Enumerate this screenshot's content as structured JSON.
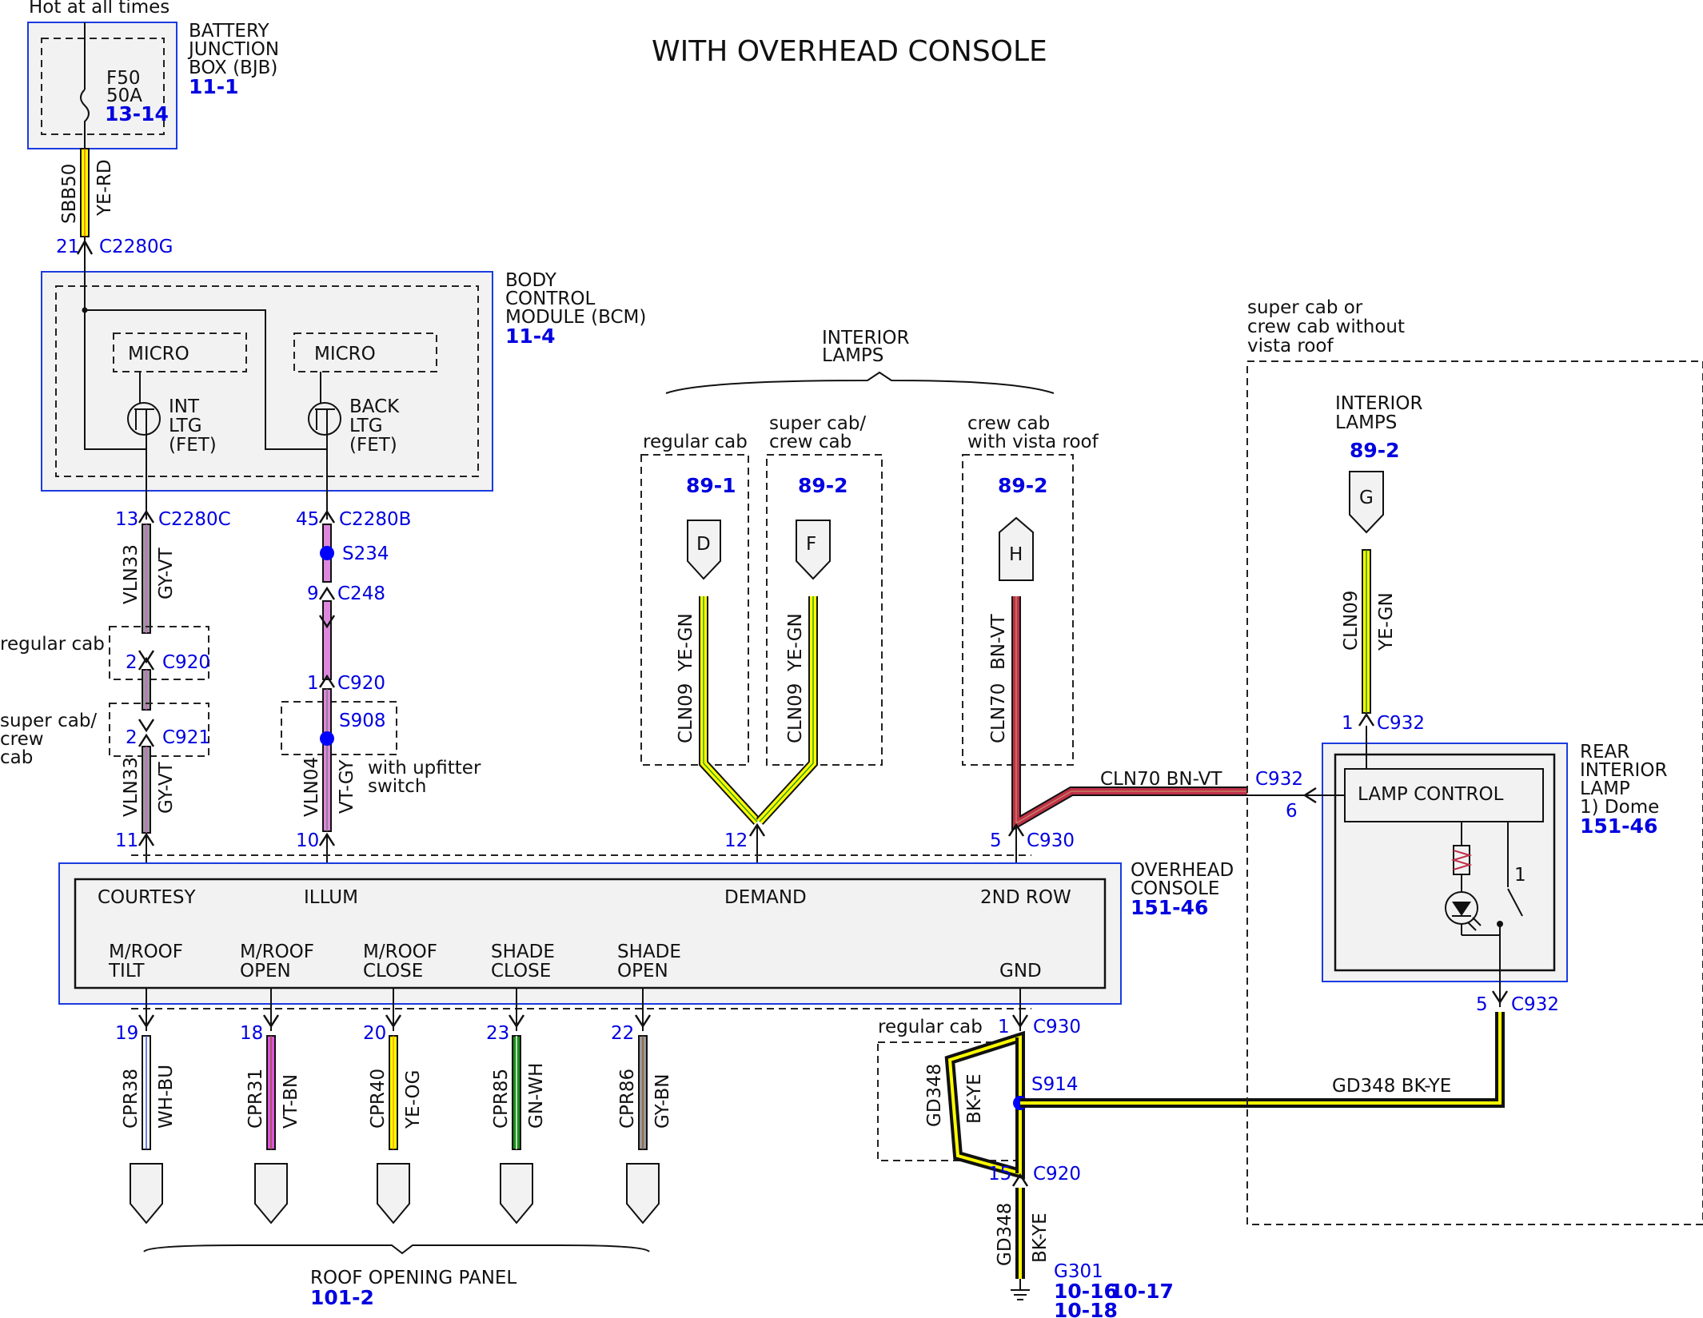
{
  "title": "WITH OVERHEAD CONSOLE",
  "power": {
    "hot_label": "Hot at all times",
    "bjb_lines": [
      "BATTERY",
      "JUNCTION",
      "BOX (BJB)"
    ],
    "bjb_ref": "11-1",
    "fuse_name": "F50",
    "fuse_rating": "50A",
    "fuse_ref": "13-14",
    "wire_circuit": "SBB50",
    "wire_color": "YE-RD",
    "pin": "21",
    "connector": "C2280G"
  },
  "bcm": {
    "label_lines": [
      "BODY",
      "CONTROL",
      "MODULE (BCM)"
    ],
    "ref": "11-4",
    "micro_left": "MICRO",
    "micro_right": "MICRO",
    "fet_left_lines": [
      "INT",
      "LTG",
      "(FET)"
    ],
    "fet_right_lines": [
      "BACK",
      "LTG",
      "(FET)"
    ]
  },
  "vln33": {
    "pin_top": "13",
    "conn_top": "C2280C",
    "circuit": "VLN33",
    "color": "GY-VT",
    "regular_cab": "regular cab",
    "pin_c920": "2",
    "conn_c920": "C920",
    "supercab_lines": [
      "super cab/",
      "crew",
      "cab"
    ],
    "pin_c921": "2",
    "conn_c921": "C921",
    "circuit2": "VLN33",
    "color2": "GY-VT",
    "pin_bottom": "11"
  },
  "vln04": {
    "pin_top": "45",
    "conn_top": "C2280B",
    "splice1": "S234",
    "pin_c248": "9",
    "conn_c248": "C248",
    "pin_c920": "1",
    "conn_c920": "C920",
    "splice2": "S908",
    "upfitter_lines": [
      "with upfitter",
      "switch"
    ],
    "circuit": "VLN04",
    "color": "VT-GY",
    "pin_bottom": "10"
  },
  "interior_lamps": {
    "header_lines": [
      "INTERIOR",
      "LAMPS"
    ],
    "regular_cab": "regular cab",
    "regular_ref": "89-1",
    "regular_pin": "D",
    "supercab_lines": [
      "super cab/",
      "crew cab"
    ],
    "supercab_ref": "89-2",
    "supercab_pin": "F",
    "crewcab_lines": [
      "crew cab",
      "with vista roof"
    ],
    "crewcab_ref": "89-2",
    "crewcab_pin": "H",
    "cln09_circuit": "CLN09",
    "cln09_color": "YE-GN",
    "cln70_circuit": "CLN70",
    "cln70_color": "BN-VT",
    "demand_pin": "12",
    "c930_pin": "5",
    "c930_conn": "C930"
  },
  "overhead": {
    "label_lines": [
      "OVERHEAD",
      "CONSOLE"
    ],
    "ref": "151-46",
    "courtesy": "COURTESY",
    "illum": "ILLUM",
    "demand": "DEMAND",
    "second_row": "2ND ROW",
    "outputs": [
      {
        "lines": [
          "M/ROOF",
          "TILT"
        ],
        "pin": "19",
        "circuit": "CPR38",
        "color": "WH-BU",
        "hex1": "#ffffff",
        "hex2": "#2a4bd7"
      },
      {
        "lines": [
          "M/ROOF",
          "OPEN"
        ],
        "pin": "18",
        "circuit": "CPR31",
        "color": "VT-BN",
        "hex1": "#dd55dd",
        "hex2": "#8b5a2b"
      },
      {
        "lines": [
          "M/ROOF",
          "CLOSE"
        ],
        "pin": "20",
        "circuit": "CPR40",
        "color": "YE-OG",
        "hex1": "#ffff00",
        "hex2": "#ff9900"
      },
      {
        "lines": [
          "SHADE",
          "CLOSE"
        ],
        "pin": "23",
        "circuit": "CPR85",
        "color": "GN-WH",
        "hex1": "#1a8f1a",
        "hex2": "#ffffff"
      },
      {
        "lines": [
          "SHADE",
          "OPEN"
        ],
        "pin": "22",
        "circuit": "CPR86",
        "color": "GY-BN",
        "hex1": "#9a9a9a",
        "hex2": "#8b5a2b"
      }
    ],
    "gnd": "GND",
    "roof_panel": "ROOF OPENING PANEL",
    "roof_panel_ref": "101-2"
  },
  "ground": {
    "pin_c930": "1",
    "conn_c930": "C930",
    "regular_cab": "regular cab",
    "circuit": "GD348",
    "color": "BK-YE",
    "splice": "S914",
    "pin_c920": "15",
    "conn_c920": "C920",
    "ground_id": "G301",
    "refs": [
      "10-16",
      "10-17",
      "10-18"
    ],
    "long_wire_label": "GD348  BK-YE"
  },
  "rear_lamp": {
    "region_lines": [
      "super cab or",
      "crew cab without",
      "vista roof"
    ],
    "lamps_lines": [
      "INTERIOR",
      "LAMPS"
    ],
    "lamps_ref": "89-2",
    "pin": "G",
    "circuit": "CLN09",
    "color": "YE-GN",
    "pin_top": "1",
    "conn_top": "C932",
    "lamp_control": "LAMP CONTROL",
    "cln70_label": "CLN70  BN-VT",
    "conn_side": "C932",
    "pin_side": "6",
    "label_lines": [
      "REAR",
      "INTERIOR",
      "LAMP",
      "1) Dome"
    ],
    "ref": "151-46",
    "switch_num": "1",
    "pin_bottom": "5",
    "conn_bottom": "C932"
  },
  "colors": {
    "blue_text": "#0000e0",
    "yellow": "#ffff00",
    "red_brown": "#c0304a",
    "violet": "#dd55dd",
    "gray": "#9a9a9a",
    "black": "#000000",
    "box_fill": "#f2f2f2"
  }
}
